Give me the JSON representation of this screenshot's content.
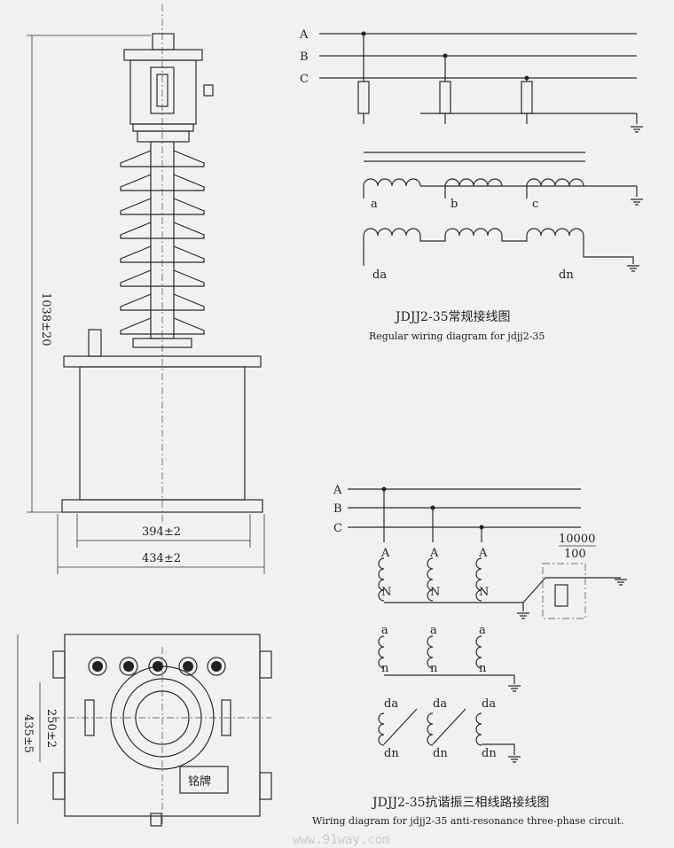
{
  "dimensions": {
    "height": "1038±20",
    "base_width_inner": "394±2",
    "base_width_outer": "434±2",
    "plan_depth_outer": "435±5",
    "plan_depth_inner": "250±2",
    "nameplate": "铭牌"
  },
  "regular_diagram": {
    "phases": [
      "A",
      "B",
      "C"
    ],
    "secondary": [
      "a",
      "b",
      "c"
    ],
    "residual": [
      "da",
      "dn"
    ],
    "title_cn": "JDJJ2-35常规接线图",
    "title_en": "Regular wiring diagram for jdjj2-35"
  },
  "anti_resonance_diagram": {
    "phases": [
      "A",
      "B",
      "C"
    ],
    "primary_terminals": [
      "A",
      "N"
    ],
    "secondary_terminals": [
      "a",
      "n"
    ],
    "residual_terminals": [
      "da",
      "dn"
    ],
    "ratio_numerator": "10000",
    "ratio_denominator": "100",
    "title_cn": "JDJJ2-35抗谐振三相线路接线图",
    "title_en": "Wiring diagram for jdjj2-35 anti-resonance three-phase circuit."
  },
  "watermark": "www.91way.com"
}
